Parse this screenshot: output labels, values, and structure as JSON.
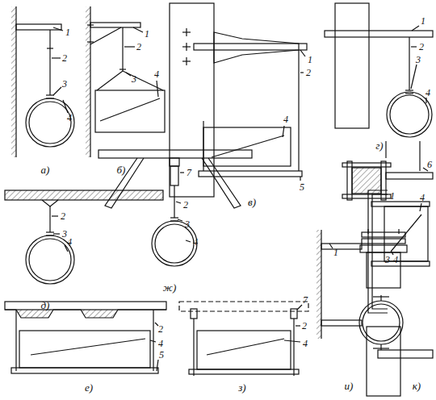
{
  "diagram": {
    "labels": [
      "1",
      "2",
      "3",
      "4",
      "а)",
      "1",
      "2",
      "3",
      "4",
      "б)",
      "1",
      "2",
      "4",
      "5",
      "в)",
      "1",
      "2",
      "3",
      "4",
      "6",
      "г)",
      "2",
      "3",
      "4",
      "д)",
      "7",
      "2",
      "3",
      "4",
      "ж)",
      "2",
      "4",
      "5",
      "е)",
      "7",
      "2",
      "4",
      "з)",
      "1",
      "3",
      "4",
      "и)",
      "1",
      "4",
      "к)"
    ]
  }
}
